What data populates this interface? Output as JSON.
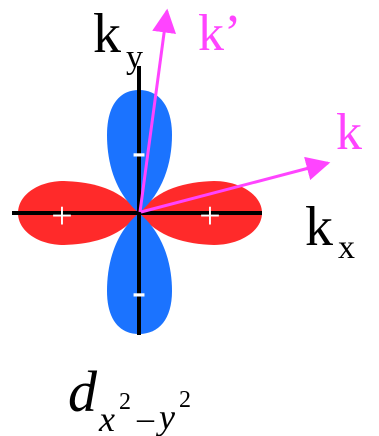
{
  "diagram": {
    "axis_labels": {
      "ky_base": "k",
      "ky_sub": "y",
      "kx_base": "k",
      "kx_sub": "x"
    },
    "vector_labels": {
      "k_prime": "k’",
      "k": "k"
    },
    "lobe_signs": {
      "left": "+",
      "right": "+",
      "top": "-",
      "bottom": "-"
    },
    "orbital_label": {
      "d": "d",
      "x": "x",
      "x_exp": "2",
      "minus": "–",
      "y": "y",
      "y_exp": "2"
    },
    "colors": {
      "positive_lobe": "#ff2a2a",
      "negative_lobe": "#1b73ff",
      "vector": "#ff44ff",
      "axis": "#000000",
      "sign": "#ffffff"
    }
  }
}
